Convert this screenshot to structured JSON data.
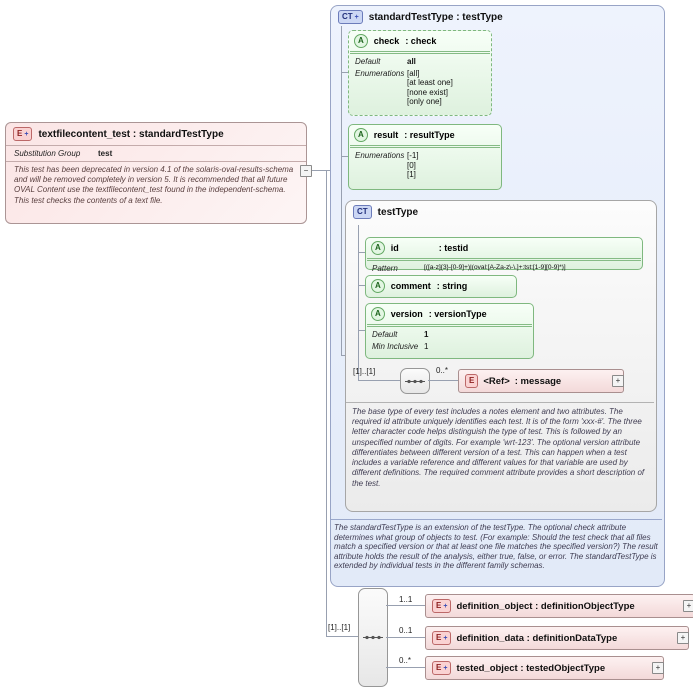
{
  "icons": {
    "collapse": "−",
    "expand": "+",
    "badge_plus": "+"
  },
  "colors": {
    "element_fill": "#fbe9e9",
    "element_border": "#ab9595",
    "attribute_fill": "#e9f7e9",
    "attribute_border": "#7fb87f",
    "complex_type_fill": "#e9effb",
    "complex_type_border": "#98a4c6",
    "inner_type_fill": "#f3f3f3",
    "inner_type_border": "#a6a6a6",
    "connector": "#98a0b0"
  },
  "left_element": {
    "badge": "E",
    "title": "textfilecontent_test : standardTestType",
    "substitution_label": "Substitution Group",
    "substitution_value": "test",
    "doc1": "This test has been deprecated in version 4.1 of the solaris-oval-results-schema and will be removed completely in version 5.  It is recommended that all future OVAL Content use the textfilecontent_test found in the independent-schema.",
    "doc2": "This test checks the contents of a text file."
  },
  "standard_test_type": {
    "badge": "CT",
    "title": "standardTestType : testType",
    "attributes": [
      {
        "badge": "A",
        "name": "check",
        "type": ": check",
        "rows": [
          {
            "label": "Default",
            "values": [
              "all"
            ]
          },
          {
            "label": "Enumerations",
            "values": [
              "[all]",
              "[at least one]",
              "[none exist]",
              "[only one]"
            ]
          }
        ]
      },
      {
        "badge": "A",
        "name": "result",
        "type": ": resultType",
        "rows": [
          {
            "label": "Enumerations",
            "values": [
              "[-1]",
              "[0]",
              "[1]"
            ]
          }
        ]
      }
    ],
    "documentation": "The standardTestType is an extension of the testType.  The optional check attribute determines what group of objects to test.  (For example: Should the test check that all files match a specified version or that at least one file matches the specified version?)  The result attribute  holds the result of the analysis, either true, false, or error.  The standardTestType is extended by individual tests in the different family schemas."
  },
  "test_type": {
    "badge": "CT",
    "title": "testType",
    "attributes": [
      {
        "badge": "A",
        "name": "id",
        "type": ": testid",
        "rows": [
          {
            "label": "Pattern",
            "values": [
              "[([a-z]{3}-[0-9]+)|(oval:[A-Za-z\\-\\.]+:tst:[1-9][0-9]*)]"
            ]
          }
        ]
      },
      {
        "badge": "A",
        "name": "comment",
        "type": ": string",
        "rows": []
      },
      {
        "badge": "A",
        "name": "version",
        "type": ": versionType",
        "rows": [
          {
            "label": "Default",
            "values": [
              "1"
            ]
          },
          {
            "label": "Min Inclusive",
            "values": [
              "1"
            ]
          }
        ]
      }
    ],
    "sequence_occurrence": "[1]..[1]",
    "ref_occurrence": "0..*",
    "ref_element": {
      "badge": "E",
      "name": "<Ref>",
      "type": ": message"
    },
    "documentation": "The base type of every test includes a notes element and two attributes.  The required id attribute uniquely identifies each test.  It is of the form 'xxx-#'.  The three letter character code helps distinguish the type of test.  This is followed by an unspecified number of digits.  For example 'wrt-123'.  The optional version attribute differentiates between different version of a test.  This can happen when a test includes a variable reference and different values for that variable are used by different definitions.  The required comment attribute provides a short description of the test."
  },
  "content_model": {
    "occurrence": "[1]..[1]",
    "elements": [
      {
        "occurrence": "1..1",
        "badge": "E",
        "title": "definition_object : definitionObjectType"
      },
      {
        "occurrence": "0..1",
        "badge": "E",
        "title": "definition_data : definitionDataType"
      },
      {
        "occurrence": "0..*",
        "badge": "E",
        "title": "tested_object : testedObjectType"
      }
    ]
  }
}
